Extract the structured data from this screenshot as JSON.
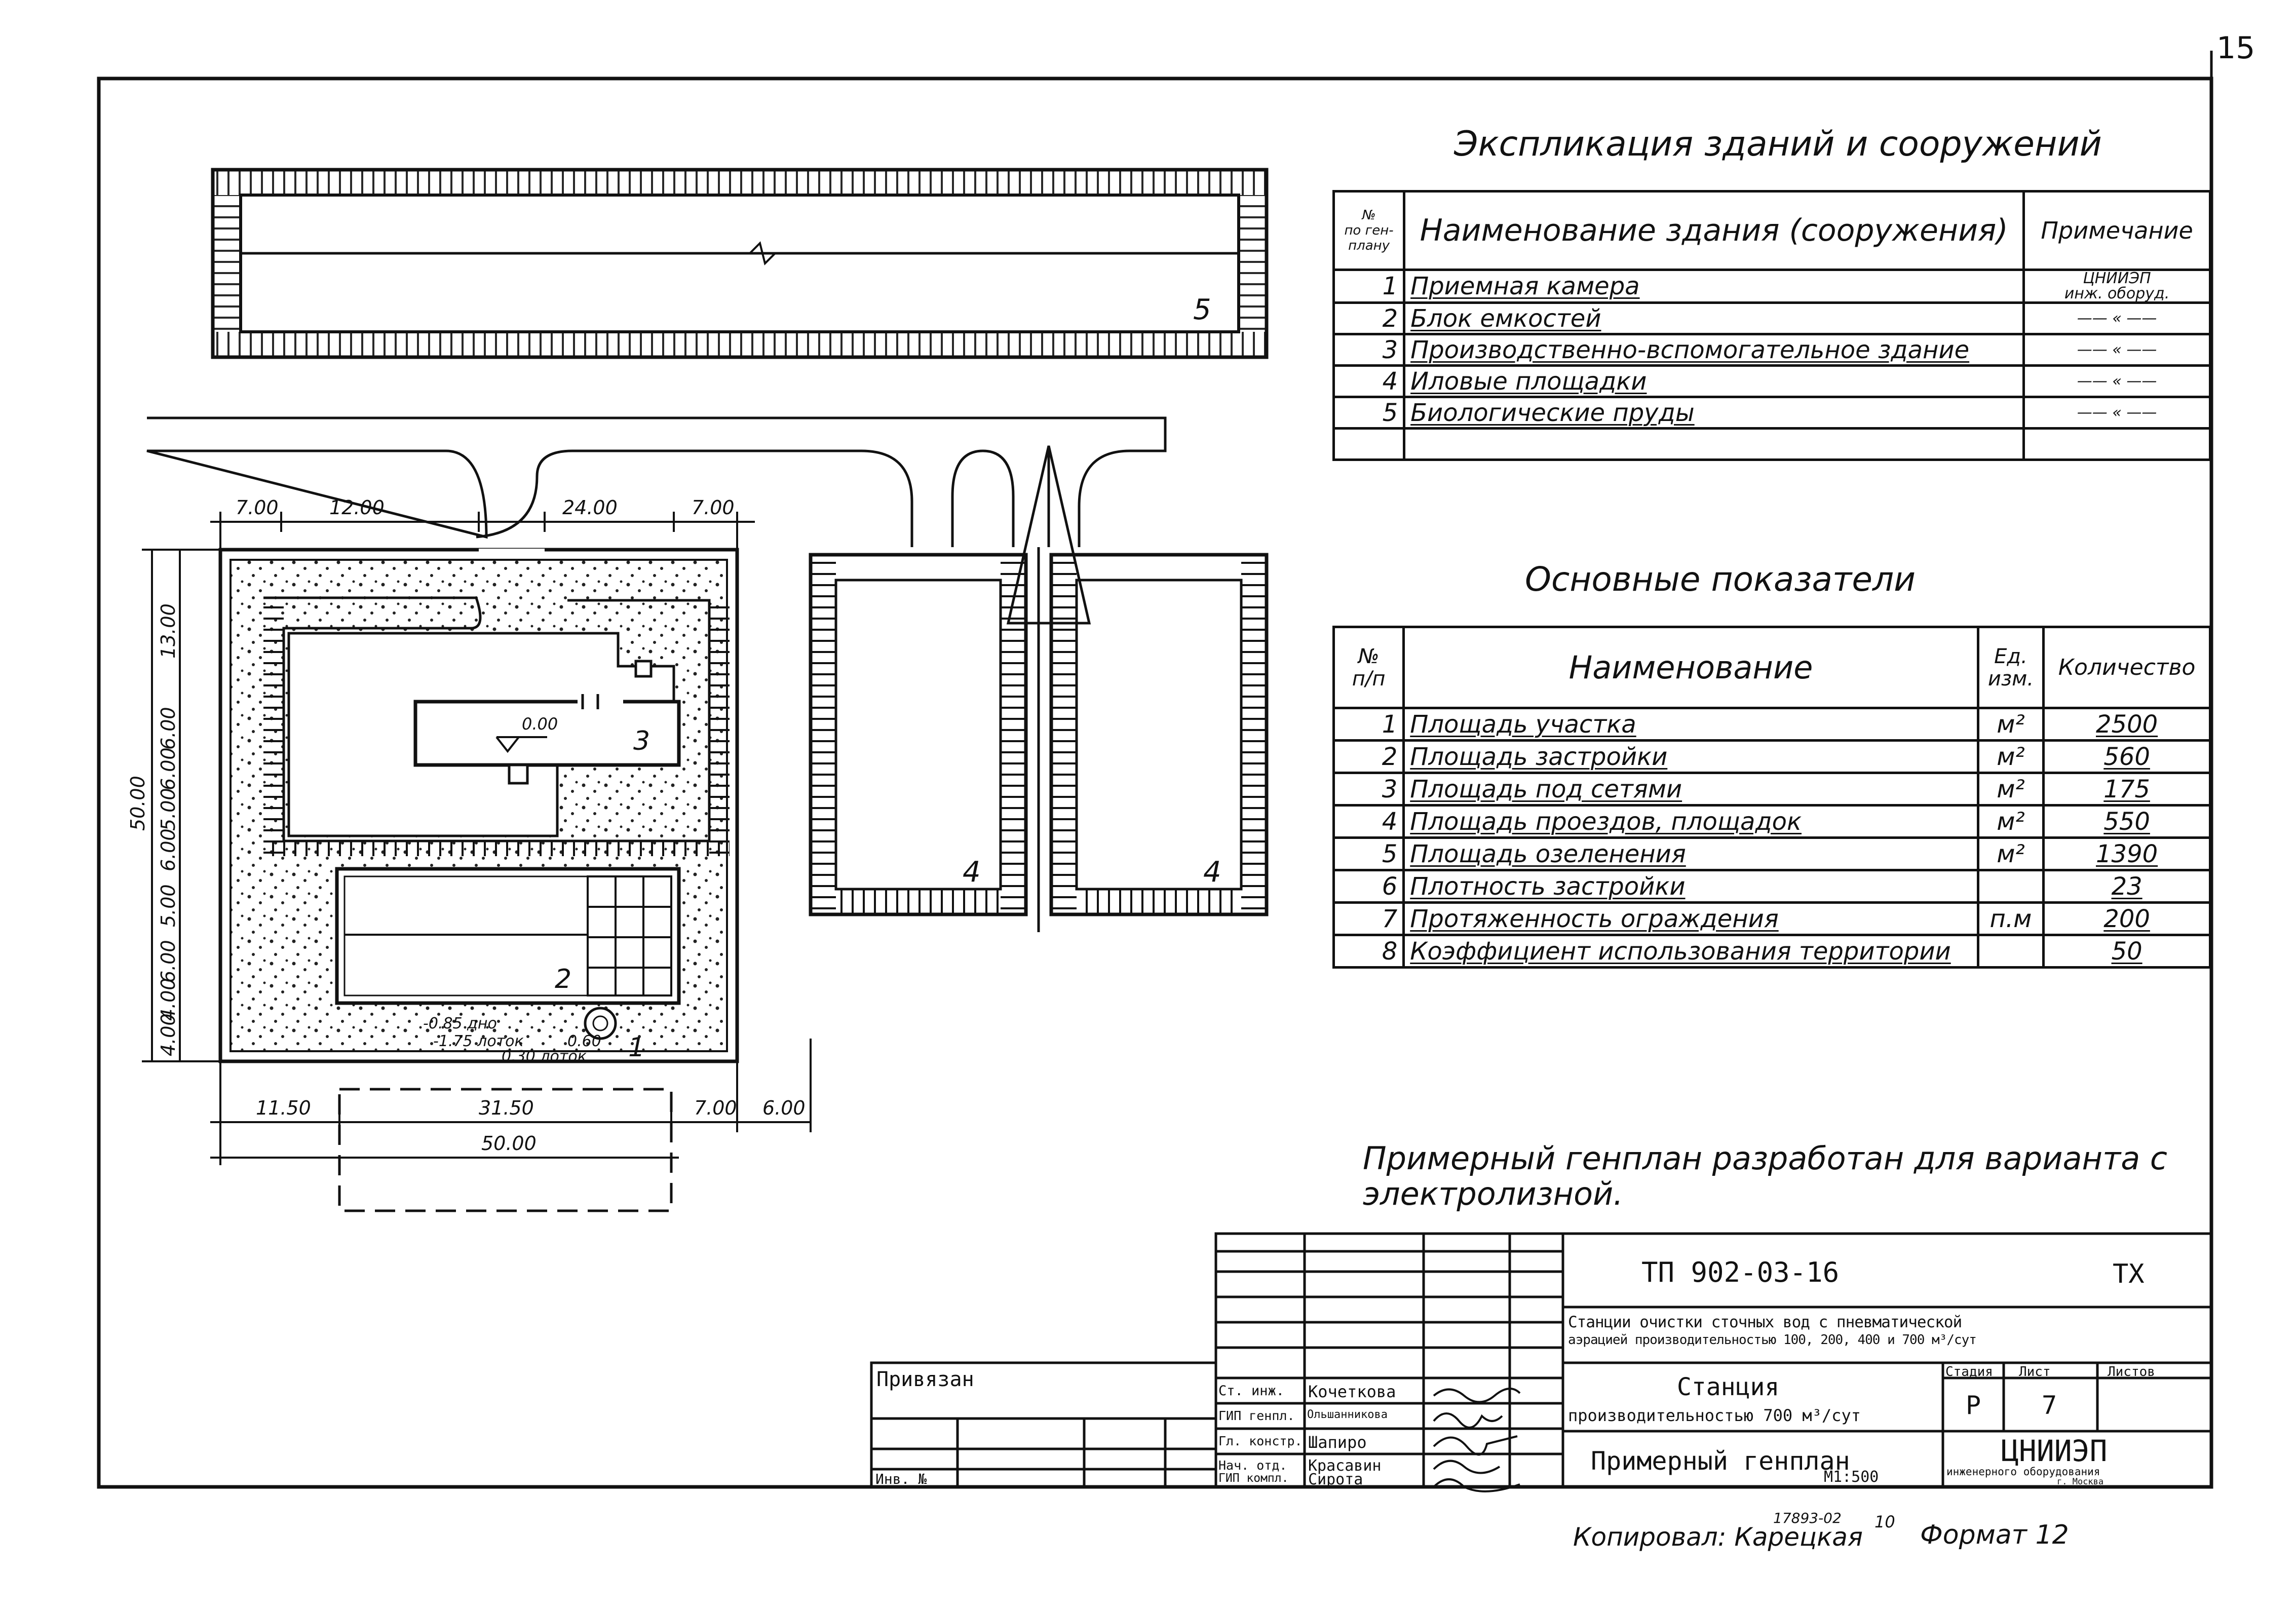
{
  "page_number": "15",
  "explication": {
    "title": "Экспликация зданий и сооружений",
    "headers": {
      "num": [
        "№",
        "по ген-",
        "плану"
      ],
      "name": "Наименование здания (сооружения)",
      "note": "Примечание"
    },
    "rows": [
      {
        "num": "1",
        "name": "Приемная камера",
        "note": [
          "ЦНИИЭП",
          "инж. оборуд."
        ]
      },
      {
        "num": "2",
        "name": "Блок емкостей",
        "note": "—— « ——"
      },
      {
        "num": "3",
        "name": "Производственно-вспомогательное здание",
        "note": "—— « ——"
      },
      {
        "num": "4",
        "name": "Иловые площадки",
        "note": "—— « ——"
      },
      {
        "num": "5",
        "name": "Биологические пруды",
        "note": "—— « ——"
      }
    ]
  },
  "indicators": {
    "title": "Основные показатели",
    "headers": {
      "num": [
        "№",
        "п/п"
      ],
      "name": "Наименование",
      "unit": [
        "Ед.",
        "изм."
      ],
      "qty": "Количество"
    },
    "rows": [
      {
        "num": "1",
        "name": "Площадь участка",
        "unit": "м²",
        "qty": "2500"
      },
      {
        "num": "2",
        "name": "Площадь застройки",
        "unit": "м²",
        "qty": "560"
      },
      {
        "num": "3",
        "name": "Площадь под сетями",
        "unit": "м²",
        "qty": "175"
      },
      {
        "num": "4",
        "name": "Площадь проездов, площадок",
        "unit": "м²",
        "qty": "550"
      },
      {
        "num": "5",
        "name": "Площадь озеленения",
        "unit": "м²",
        "qty": "1390"
      },
      {
        "num": "6",
        "name": "Плотность застройки",
        "unit": "",
        "qty": "23"
      },
      {
        "num": "7",
        "name": "Протяженность ограждения",
        "unit": "п.м",
        "qty": "200"
      },
      {
        "num": "8",
        "name": "Коэффициент использования территории",
        "unit": "",
        "qty": "50"
      }
    ]
  },
  "note": [
    "Примерный генплан разработан для варианта с",
    "электролизной."
  ],
  "plan": {
    "dims_top": [
      "7.00",
      "12.00",
      "24.00",
      "7.00"
    ],
    "dims_left": [
      "13.00",
      "6.00",
      "6.00",
      "5.00",
      "6.00",
      "5.00",
      "6.00",
      "4.00",
      "4.00"
    ],
    "dim_total_left": "50.00",
    "dims_bottom": [
      "11.50",
      "31.50",
      "7.00",
      "6.00"
    ],
    "dim_total_bottom": "50.00",
    "elevation": "0.00",
    "levels": [
      "-0.85 дно",
      "-1.75 лоток",
      "0.60",
      "0.30 лоток"
    ],
    "labels": {
      "b1": "1",
      "b2": "2",
      "b3": "3",
      "b4a": "4",
      "b4b": "4",
      "b5": "5"
    }
  },
  "stamp": {
    "code": "ТП 902-03-16",
    "mark": "ТХ",
    "description": [
      "Станции очистки сточных вод с пневматической",
      "аэрацией производительностью 100, 200, 400 и 700 м³/сут"
    ],
    "station": [
      "Станция",
      "производительностью 700 м³/сут"
    ],
    "sheet_title": "Примерный генплан",
    "scale": "М1:500",
    "stage_label": "Стадия",
    "sheet_label": "Лист",
    "sheets_label": "Листов",
    "stage": "Р",
    "sheet": "7",
    "org": [
      "ЦНИИЭП",
      "инженерного оборудования",
      "г. Москва"
    ],
    "privyazan": "Привязан",
    "inv": "Инв. №",
    "people": [
      {
        "role": "Ст. инж.",
        "name": "Кочеткова"
      },
      {
        "role": "ГИП генпл.",
        "name": "Ольшанникова"
      },
      {
        "role": "Гл. констр.",
        "name": "Шапиро"
      },
      {
        "role": "Нач. отд.",
        "name": "Красавин"
      },
      {
        "role": "ГИП компл.",
        "name": "Сирота"
      }
    ]
  },
  "footer": {
    "copied": "Копировал: Карецкая",
    "inv_num": "17893-02",
    "num": "10",
    "format": "Формат 12"
  }
}
